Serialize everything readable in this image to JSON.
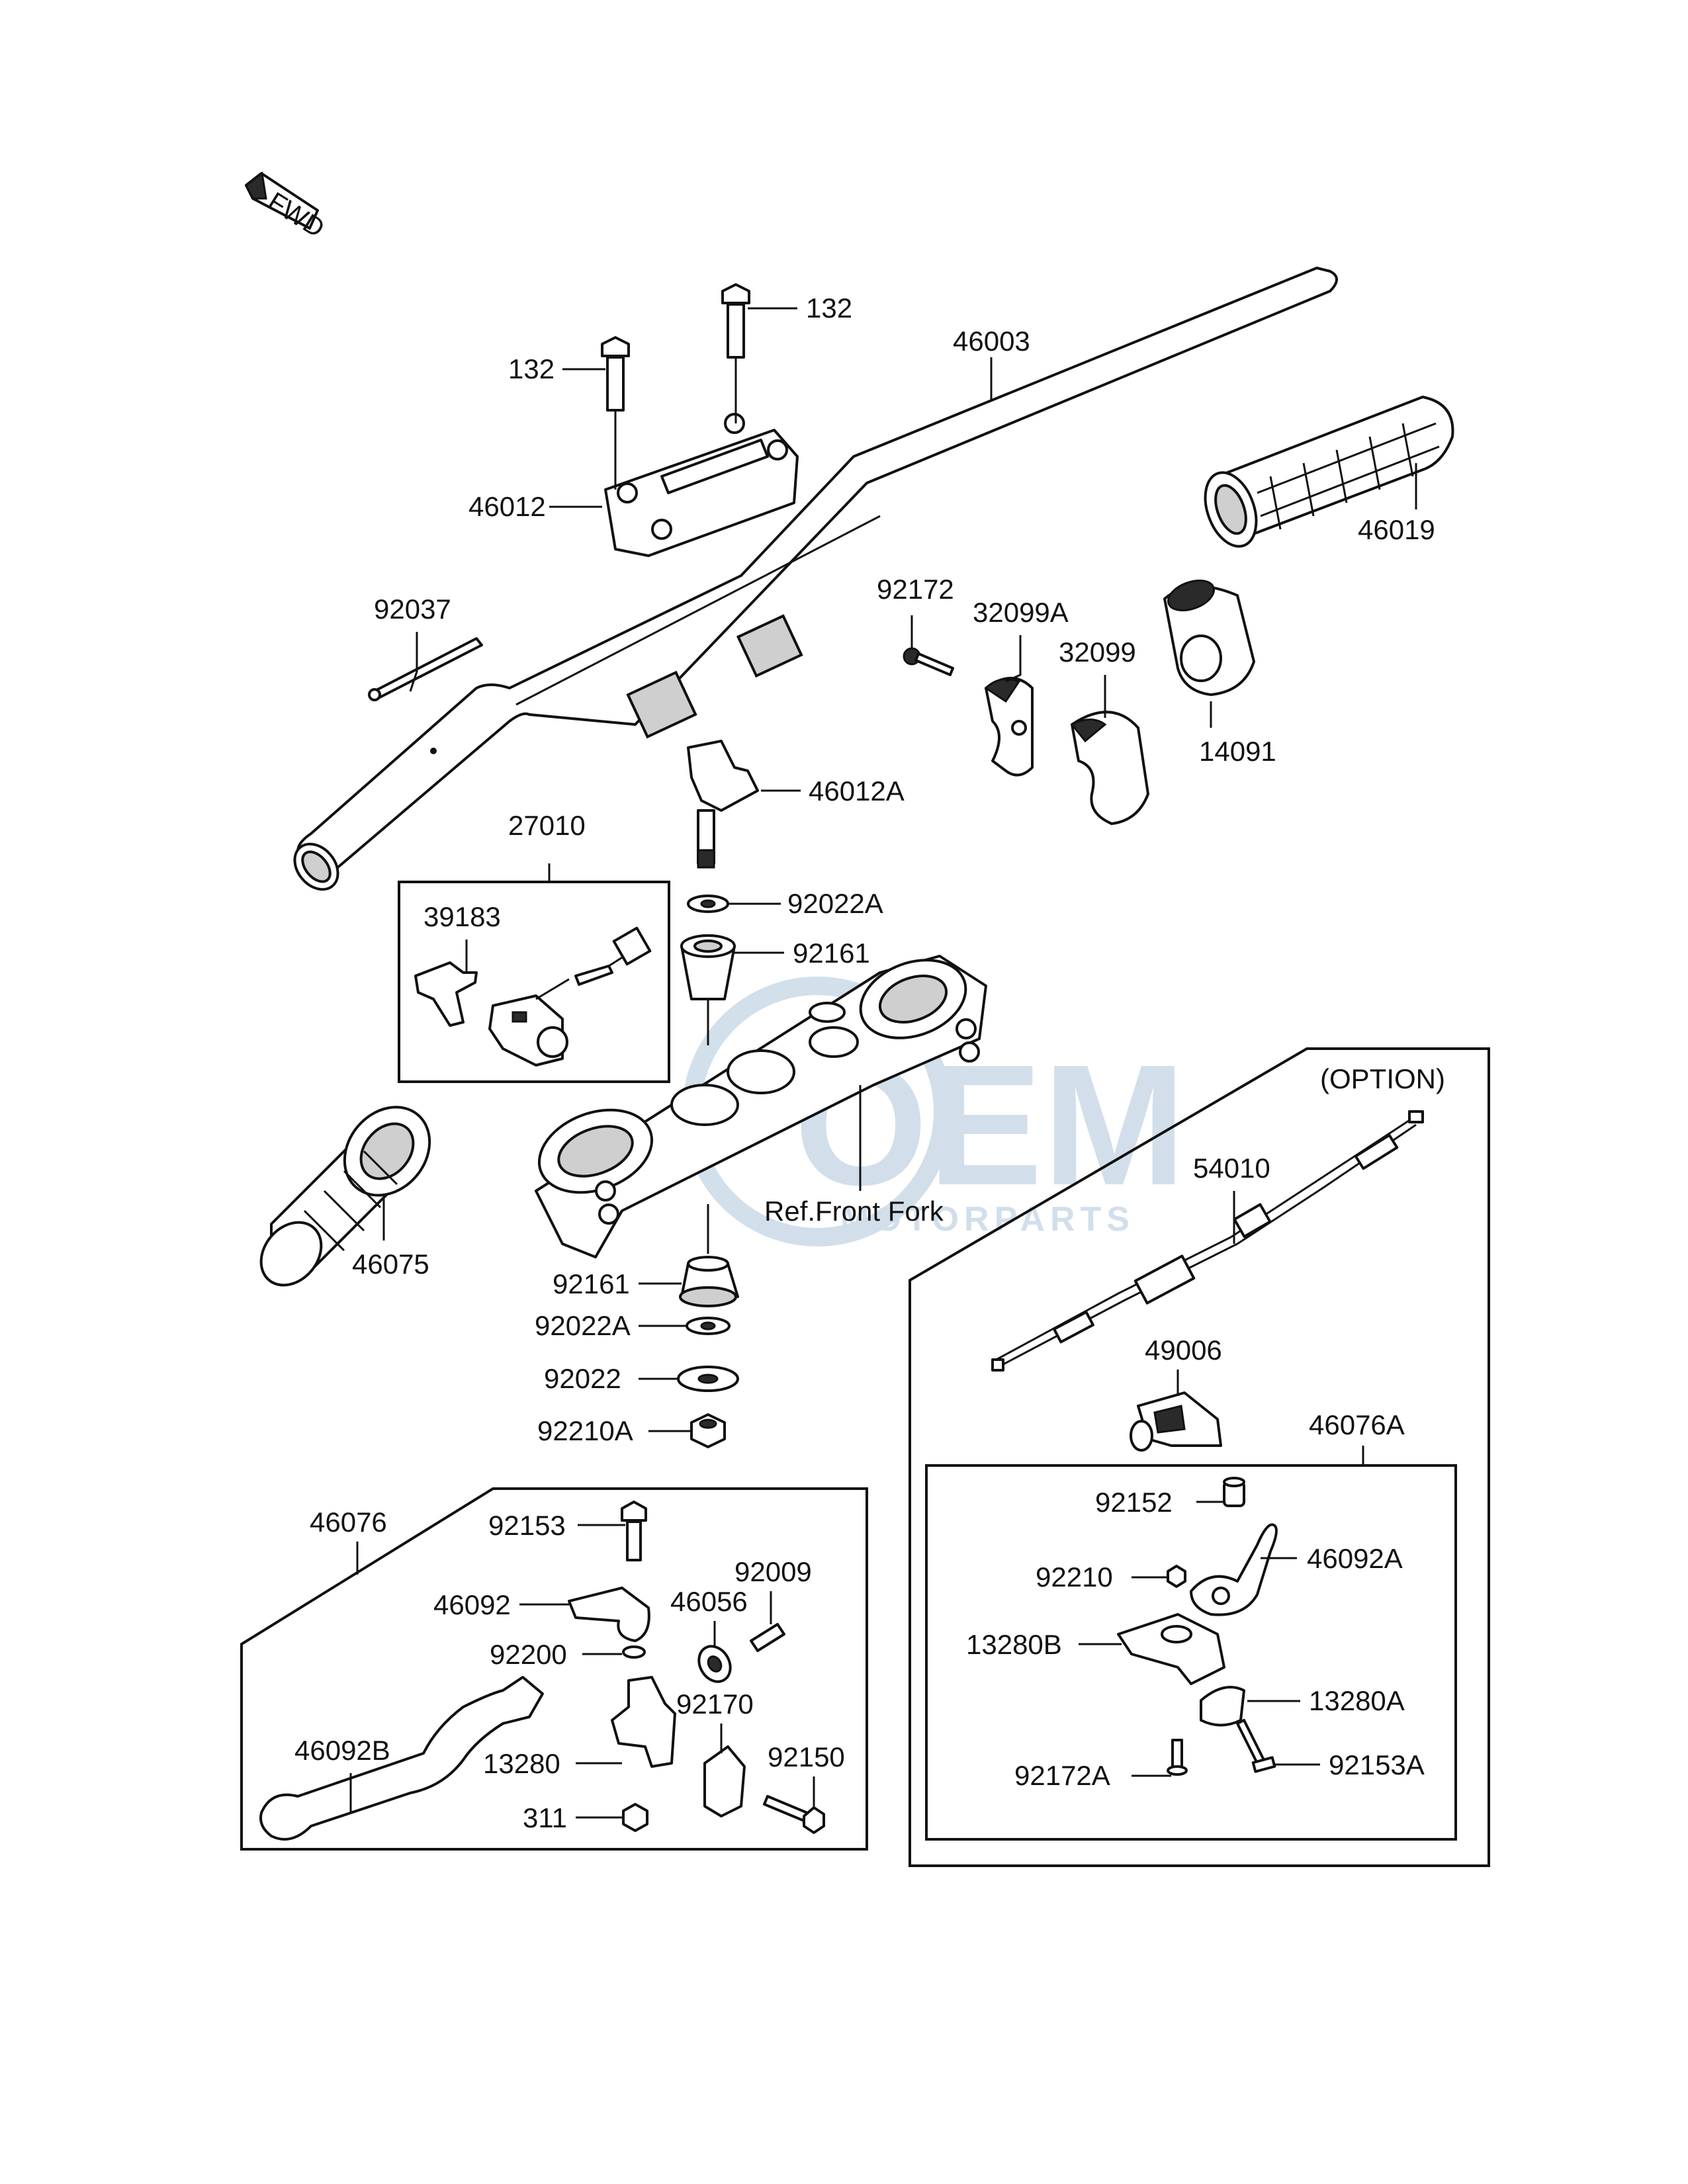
{
  "fwd_label": "FWD",
  "option_label": "(OPTION)",
  "ref_label": "Ref.Front Fork",
  "watermark": {
    "logo": "OEM",
    "sub": "MOTORPARTS",
    "color": "#7fa6c8"
  },
  "labels": {
    "p132a": "132",
    "p132b": "132",
    "p46003": "46003",
    "p46012": "46012",
    "p46019": "46019",
    "p92037": "92037",
    "p92172": "92172",
    "p32099A": "32099A",
    "p32099": "32099",
    "p14091": "14091",
    "p46012A": "46012A",
    "p27010": "27010",
    "p39183": "39183",
    "p92022A_top": "92022A",
    "p92161_top": "92161",
    "p46075": "46075",
    "p92161_bot": "92161",
    "p92022A_bot": "92022A",
    "p92022": "92022",
    "p92210A": "92210A",
    "p54010": "54010",
    "p49006": "49006",
    "p46076A": "46076A",
    "p92152": "92152",
    "p46092A": "46092A",
    "p92210": "92210",
    "p13280B": "13280B",
    "p13280A": "13280A",
    "p92172A": "92172A",
    "p92153A": "92153A",
    "p46076": "46076",
    "p92153": "92153",
    "p92009": "92009",
    "p46092": "46092",
    "p46056": "46056",
    "p92200": "92200",
    "p46092B": "46092B",
    "p92170": "92170",
    "p13280": "13280",
    "p92150": "92150",
    "p311": "311"
  }
}
